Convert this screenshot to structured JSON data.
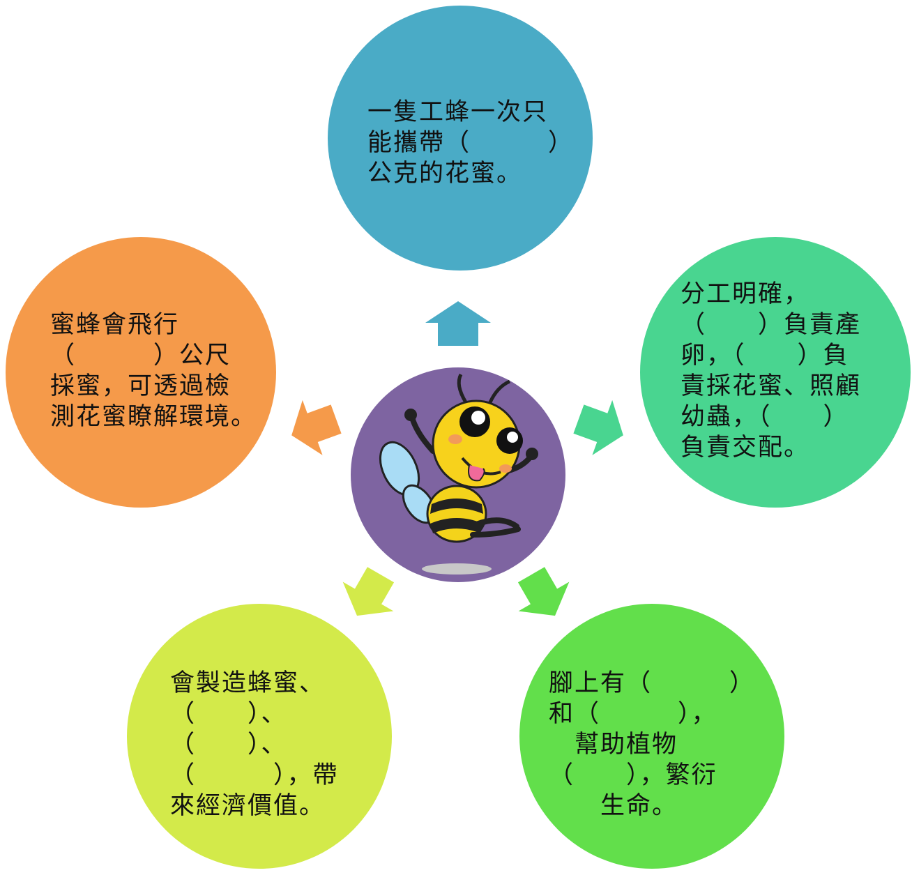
{
  "nodes": {
    "top": {
      "text": "一隻工蜂一次只\n能攜帶（　　　）\n公克的花蜜。",
      "color": "#4aabc6"
    },
    "right": {
      "text": "分工明確，\n（　　）負責產\n卵，（　　）負\n責採花蜜、照顧\n幼蟲，（　　）\n負責交配。",
      "color": "#49d590"
    },
    "left": {
      "text": "蜜蜂會飛行\n（　　　）公尺\n採蜜，可透過檢\n測花蜜瞭解環境。",
      "color": "#f59a4a"
    },
    "bottom_left": {
      "text": "會製造蜂蜜、\n（　　）、\n（　　）、\n（　　　），帶\n來經濟價值。",
      "color": "#d3ea4a"
    },
    "bottom_right": {
      "text": "腳上有（　　　）\n和（　　　），\n　幫助植物\n（　　），繁衍\n　　生命。",
      "color": "#62df4b"
    }
  },
  "center": {
    "color": "#7e64a1",
    "icon": "bee-mascot-icon"
  },
  "arrow_colors": {
    "up": "#4aabc6",
    "right": "#49d590",
    "left": "#f59a4a",
    "down_left": "#d3ea4a",
    "down_right": "#62df4b"
  }
}
